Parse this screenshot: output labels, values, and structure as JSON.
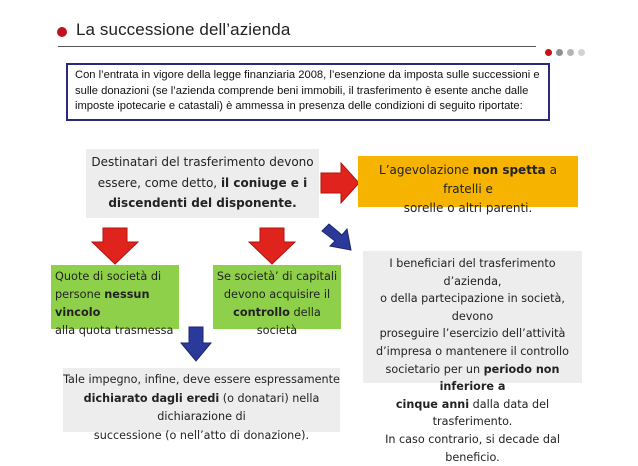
{
  "header": {
    "title": "La successione dell’azienda",
    "accent_color": "#c0121a",
    "dot_colors": [
      "#c0121a",
      "#8f8f8f",
      "#b5b5b5",
      "#d3d3d3"
    ]
  },
  "intro": {
    "text": "Con l’entrata in vigore della legge finanziaria 2008, l’esenzione da imposta sulle successioni e sulle donazioni (se l’azienda comprende beni immobili, il trasferimento è esente anche dalle imposte ipotecarie e catastali) è ammessa in presenza delle condizioni di seguito riportate:"
  },
  "main_box": {
    "line1": "Destinatari del trasferimento devono",
    "line2_plain": "essere, come detto, ",
    "line2_bold": "il coniuge e i",
    "line3_bold": "discendenti del disponente."
  },
  "yellow_box": {
    "part1": "L’agevolazione ",
    "part2_bold": "non spetta",
    "part3": " a fratelli e",
    "line2": "sorelle o altri parenti.",
    "color": "#f6b400"
  },
  "green_box_left": {
    "line1": "Quote di società di",
    "line2_plain": "persone ",
    "line2_bold": "nessun vincolo",
    "line3": "alla quota trasmessa",
    "color": "#8fd04a"
  },
  "green_box_right": {
    "line1": "Se società’ di capitali",
    "line2": "devono acquisire  il",
    "line3_bold": "controllo",
    "line3_plain": " della società"
  },
  "right_box": {
    "line1": "I beneficiari del trasferimento d’azienda,",
    "line2": "o della partecipazione in società, devono",
    "line3": "proseguire l’esercizio dell’attività",
    "line4": "d’impresa o mantenere il controllo",
    "line5_plain": "societario per un ",
    "line5_bold": "periodo non inferiore a",
    "line6_bold": "cinque anni",
    "line6_plain": " dalla data del trasferimento.",
    "line7": "In caso contrario, si decade dal beneficio."
  },
  "bottom_box": {
    "line1": "Tale impegno, infine, deve essere espressamente",
    "line2_bold": "dichiarato dagli eredi",
    "line2_plain": " (o donatari) nella dichiarazione di",
    "line3": "successione (o nell’atto di donazione)."
  },
  "arrows": {
    "red_color": "#e0231c",
    "blue_color": "#2b3a9a"
  }
}
